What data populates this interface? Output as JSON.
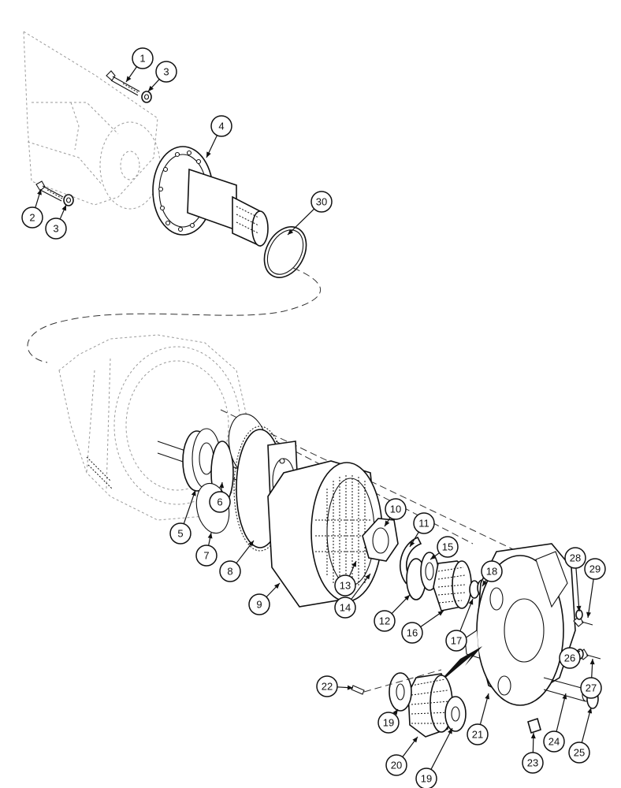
{
  "diagram": {
    "callouts": [
      {
        "label": "1"
      },
      {
        "label": "3"
      },
      {
        "label": "4"
      },
      {
        "label": "2"
      },
      {
        "label": "3"
      },
      {
        "label": "30"
      },
      {
        "label": "5"
      },
      {
        "label": "6"
      },
      {
        "label": "7"
      },
      {
        "label": "8"
      },
      {
        "label": "9"
      },
      {
        "label": "10"
      },
      {
        "label": "11"
      },
      {
        "label": "12"
      },
      {
        "label": "13"
      },
      {
        "label": "14"
      },
      {
        "label": "15"
      },
      {
        "label": "16"
      },
      {
        "label": "17"
      },
      {
        "label": "18"
      },
      {
        "label": "28"
      },
      {
        "label": "29"
      },
      {
        "label": "26"
      },
      {
        "label": "27"
      },
      {
        "label": "22"
      },
      {
        "label": "19"
      },
      {
        "label": "20"
      },
      {
        "label": "19"
      },
      {
        "label": "21"
      },
      {
        "label": "23"
      },
      {
        "label": "24"
      },
      {
        "label": "25"
      }
    ]
  },
  "colors": {
    "ink": "#111111",
    "ghost": "#9a9a9a",
    "background": "#ffffff"
  }
}
